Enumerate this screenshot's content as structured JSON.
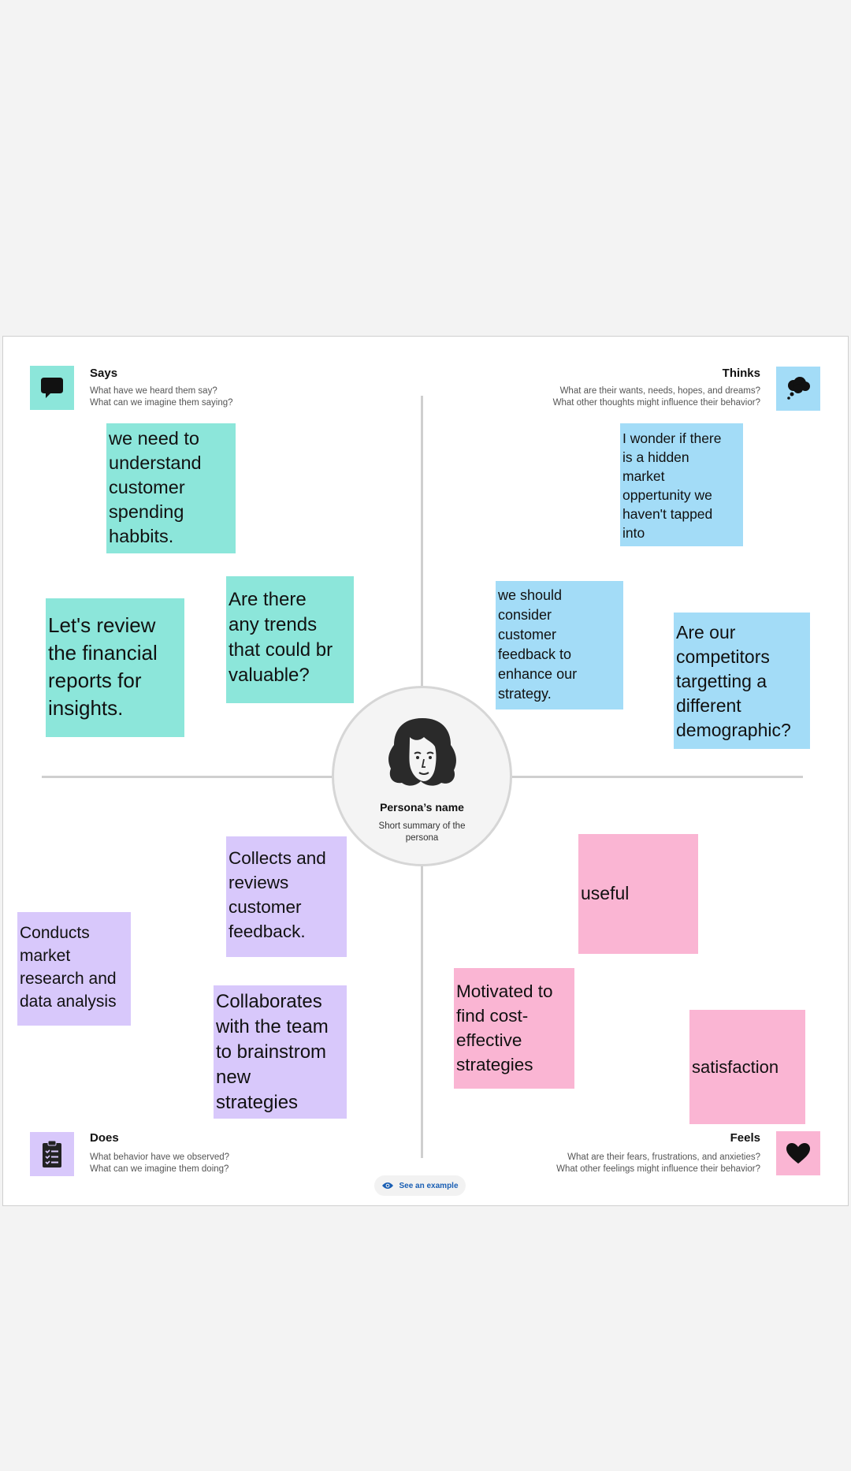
{
  "persona": {
    "name": "Persona’s name",
    "summary": "Short summary of the persona"
  },
  "quadrants": {
    "says": {
      "title": "Says",
      "line1": "What have we heard them say?",
      "line2": "What can we imagine them saying?",
      "icon": "speech-bubble-icon",
      "color": "#8ce6da"
    },
    "thinks": {
      "title": "Thinks",
      "line1": "What are their wants, needs, hopes, and dreams?",
      "line2": "What other thoughts might influence their behavior?",
      "icon": "thought-cloud-icon",
      "color": "#a3dcf7"
    },
    "does": {
      "title": "Does",
      "line1": "What behavior have we observed?",
      "line2": "What can we imagine them doing?",
      "icon": "clipboard-checklist-icon",
      "color": "#d8c8fb"
    },
    "feels": {
      "title": "Feels",
      "line1": "What are their fears, frustrations, and anxieties?",
      "line2": "What other feelings might influence their behavior?",
      "icon": "heart-icon",
      "color": "#fab5d3"
    }
  },
  "notes": {
    "says_1": "we need to\nunderstand\ncustomer\n spending\nhabbits.",
    "says_2": "Are there\nany trends\nthat could br\nvaluable?",
    "says_3": "Let's review\nthe financial\nreports for\ninsights.",
    "thinks_1": "I wonder if there\nis a hidden\nmarket\noppertunity we\nhaven't tapped\ninto",
    "thinks_2": "we should\nconsider\ncustomer\nfeedback to\nenhance our\nstrategy.",
    "thinks_3": "Are our\ncompetitors\ntargetting a\ndifferent\ndemographic?",
    "does_1": "Collects and\nreviews\ncustomer\nfeedback.",
    "does_2": "Conducts\nmarket\nresearch and\ndata analysis",
    "does_3": "Collaborates\nwith the team\nto brainstrom\nnew\nstrategies",
    "feels_1": "useful",
    "feels_2": "Motivated to\nfind cost-\neffective\nstrategies",
    "feels_3": "satisfaction"
  },
  "example_button": {
    "label": "See an example",
    "icon": "eye-icon"
  }
}
